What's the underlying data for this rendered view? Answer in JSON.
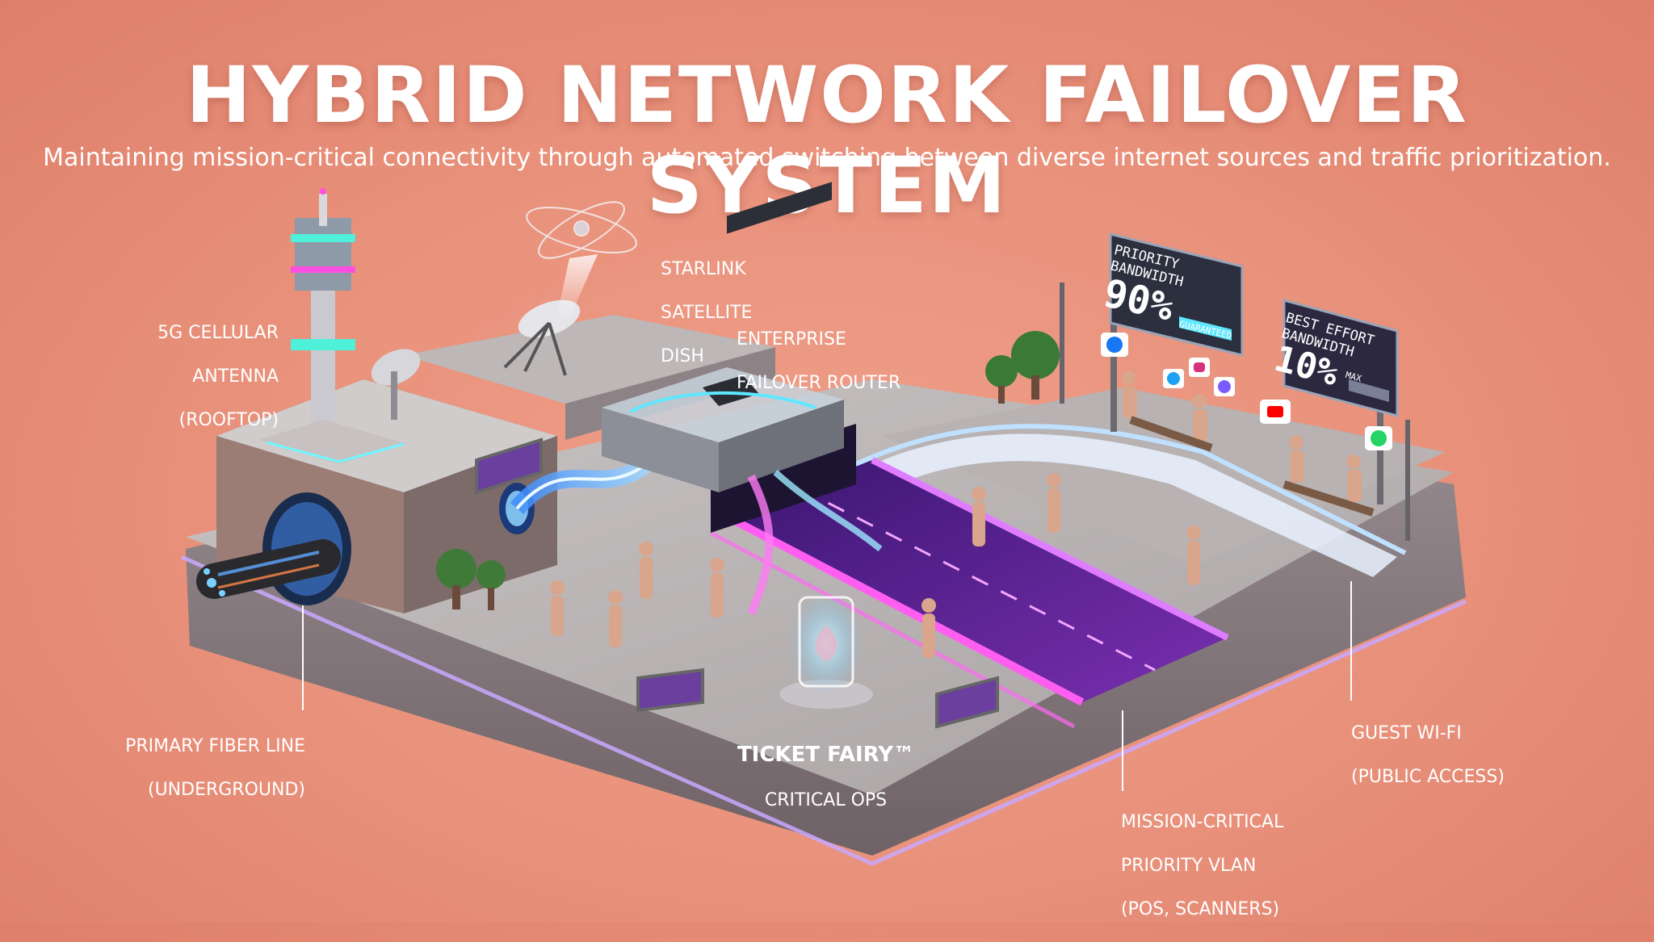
{
  "header": {
    "title": "HYBRID NETWORK FAILOVER SYSTEM",
    "subtitle": "Maintaining mission-critical connectivity through automated switching between diverse internet sources and traffic prioritization."
  },
  "labels": {
    "cellular": [
      "5G CELLULAR",
      "ANTENNA",
      "(ROOFTOP)"
    ],
    "starlink": [
      "STARLINK",
      "SATELLITE",
      "DISH"
    ],
    "router": [
      "ENTERPRISE",
      "FAILOVER ROUTER"
    ],
    "fiber": [
      "PRIMARY FIBER LINE",
      "(UNDERGROUND)"
    ],
    "ticket": [
      "TICKET FAIRY™",
      "CRITICAL OPS"
    ],
    "vlan": [
      "MISSION-CRITICAL",
      "PRIORITY VLAN",
      "(POS, SCANNERS)"
    ],
    "guest": [
      "GUEST WI-FI",
      "(PUBLIC ACCESS)"
    ]
  },
  "signs": {
    "priority": {
      "line1": "PRIORITY",
      "line2": "BANDWIDTH",
      "value": "90%",
      "note": "GUARANTEED"
    },
    "best_effort": {
      "line1": "BEST EFFORT",
      "line2": "BANDWIDTH",
      "value": "10%",
      "note": "MAX"
    }
  },
  "colors": {
    "background": "#e8907a",
    "priority_lane": "#d93fe0",
    "guest_lane": "#b9d4ff",
    "platform": "#a7a3a6"
  }
}
